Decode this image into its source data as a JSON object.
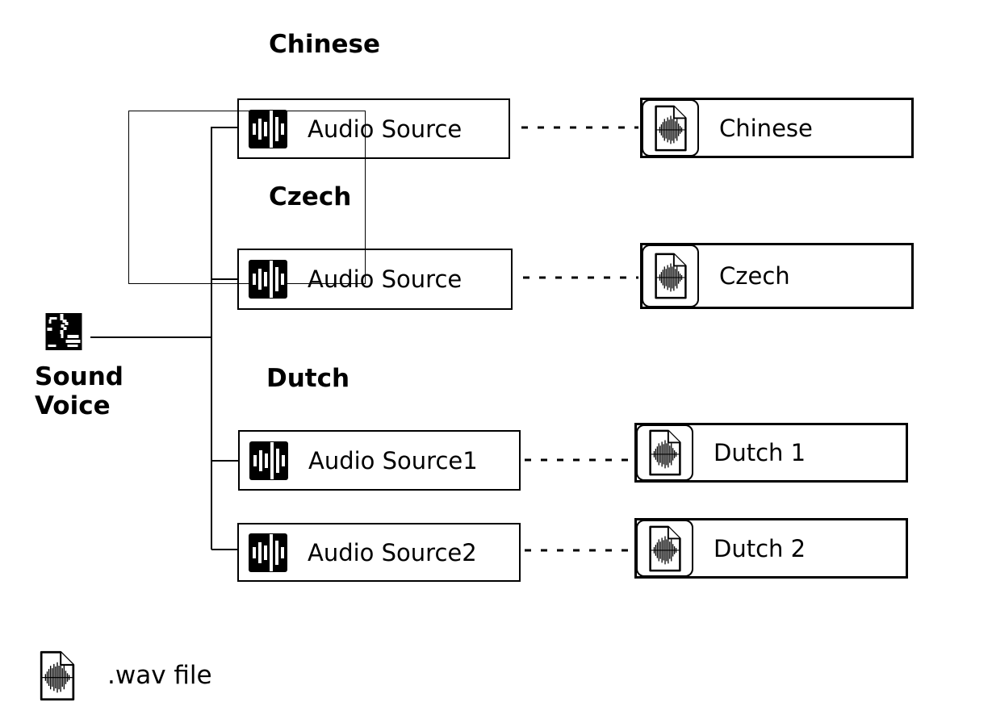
{
  "colors": {
    "ink": "#000000",
    "background": "#ffffff"
  },
  "sound_voice": {
    "label": "Sound\nVoice",
    "icon": "speaking-person-icon"
  },
  "headers": [
    {
      "label": "Chinese"
    },
    {
      "label": "Czech"
    },
    {
      "label": "Dutch"
    }
  ],
  "sources": [
    {
      "label": "Audio Source",
      "icon": "waveform-icon"
    },
    {
      "label": "Audio Source",
      "icon": "waveform-icon"
    },
    {
      "label": "Audio Source1",
      "icon": "waveform-icon"
    },
    {
      "label": "Audio Source2",
      "icon": "waveform-icon"
    }
  ],
  "outputs": [
    {
      "label": "Chinese",
      "icon": "wav-file-icon"
    },
    {
      "label": "Czech",
      "icon": "wav-file-icon"
    },
    {
      "label": "Dutch 1",
      "icon": "wav-file-icon"
    },
    {
      "label": "Dutch 2",
      "icon": "wav-file-icon"
    }
  ],
  "legend": {
    "label": ".wav file",
    "icon": "wav-file-icon"
  }
}
